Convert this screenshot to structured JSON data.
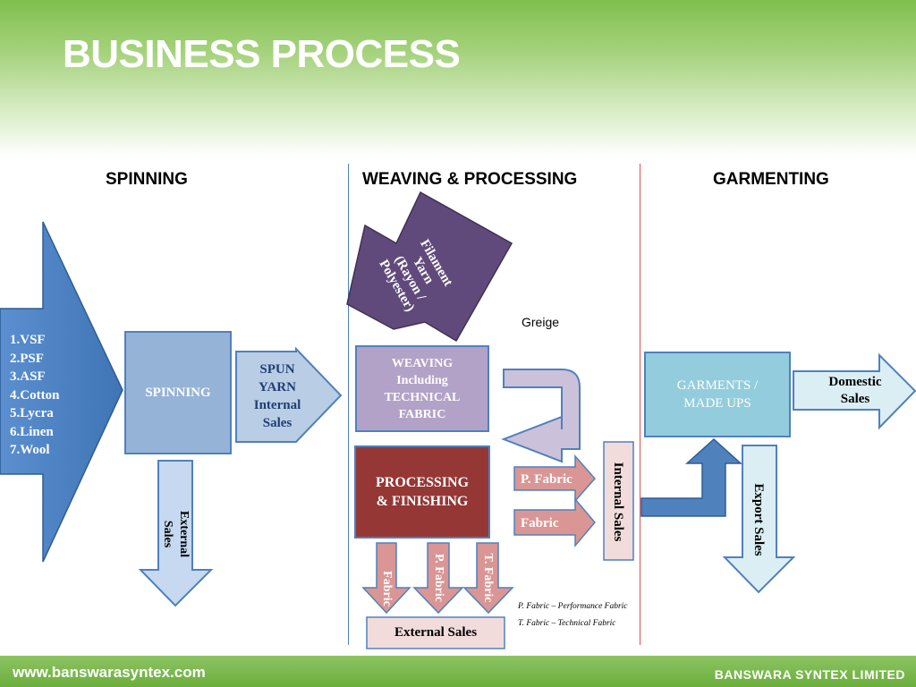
{
  "title": "BUSINESS PROCESS",
  "columns": {
    "spinning": "SPINNING",
    "weaving": "WEAVING & PROCESSING",
    "garmenting": "GARMENTING"
  },
  "raw_materials": [
    "1.VSF",
    "2.PSF",
    "3.ASF",
    "4.Cotton",
    "5.Lycra",
    "6.Linen",
    "7.Wool"
  ],
  "spinning_box": "SPINNING",
  "spun_yarn": [
    "SPUN",
    "YARN",
    "Internal",
    "Sales"
  ],
  "spinning_external": [
    "External",
    "Sales"
  ],
  "filament": [
    "Filament",
    "Yarn",
    "(Rayon /",
    "Polyester)"
  ],
  "greige": "Greige",
  "weaving_box": [
    "WEAVING",
    "Including",
    "TECHNICAL",
    "FABRIC"
  ],
  "processing_box": [
    "PROCESSING",
    "& FINISHING"
  ],
  "p_fabric": "P. Fabric",
  "fabric": "Fabric",
  "down_arrows": [
    "Fabric",
    "P. Fabric",
    "T. Fabric"
  ],
  "external_sales": "External Sales",
  "notes": [
    "P. Fabric – Performance Fabric",
    "T. Fabric – Technical Fabric"
  ],
  "internal_sales": "Internal Sales",
  "garments_box": [
    "GARMENTS /",
    "MADE UPS"
  ],
  "domestic": [
    "Domestic",
    "Sales"
  ],
  "export": "Export Sales",
  "footer": {
    "website": "www.banswarasyntex.com",
    "company": "BANSWARA SYNTEX LIMITED"
  },
  "colors": {
    "green": "#7fbf4d",
    "blue_dark": "#4f81bd",
    "blue_light": "#c6d9f0",
    "purple_dark": "#5f4b8b",
    "purple_light": "#b3a2c7",
    "red_dark": "#953735",
    "pink": "#d99694",
    "pink_light": "#f2dcdb",
    "cyan": "#93cddd",
    "cyan_light": "#dbeef4"
  }
}
